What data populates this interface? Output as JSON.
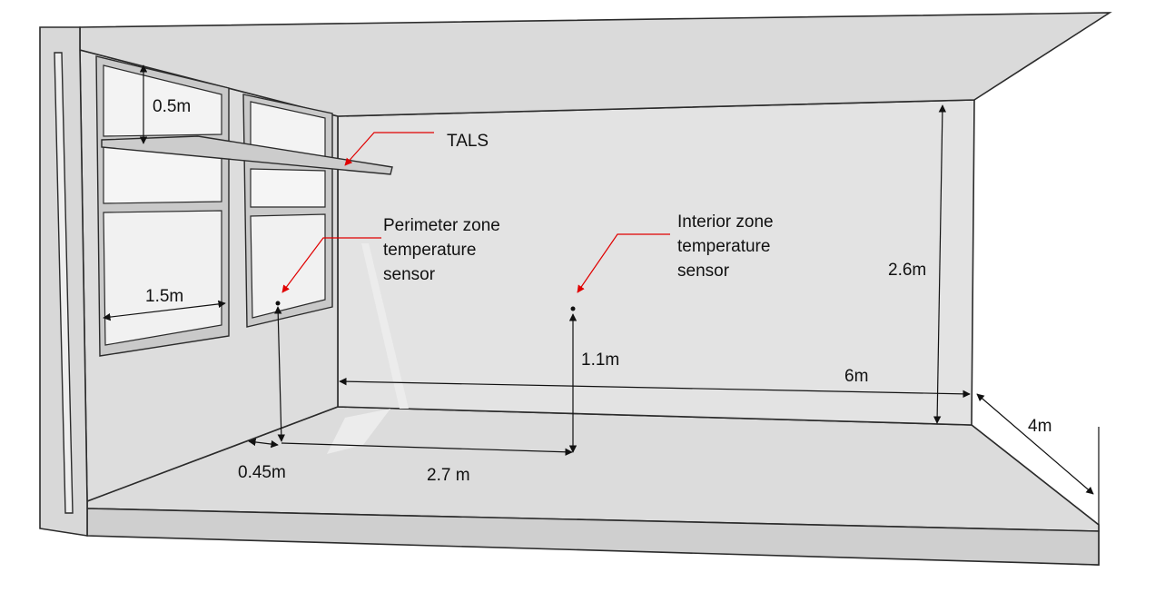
{
  "labels": {
    "tals": "TALS",
    "perimeter_sensor": [
      "Perimeter zone",
      "temperature",
      "sensor"
    ],
    "interior_sensor": [
      "Interior zone",
      "temperature",
      "sensor"
    ]
  },
  "dimensions": {
    "upper_pane_height": "0.5m",
    "window_width": "1.5m",
    "sensor_height": "1.1m",
    "room_height": "2.6m",
    "room_length": "6m",
    "room_width": "4m",
    "perimeter_sensor_offset": "0.45m",
    "interior_sensor_distance": "2.7 m"
  },
  "colors": {
    "wall": "#e1e1e1",
    "floor": "#dcdcdc",
    "ceiling": "#d9d9d9",
    "glass": "#f1f1f1",
    "frame": "#bdbdbd",
    "callout": "#e00000"
  }
}
